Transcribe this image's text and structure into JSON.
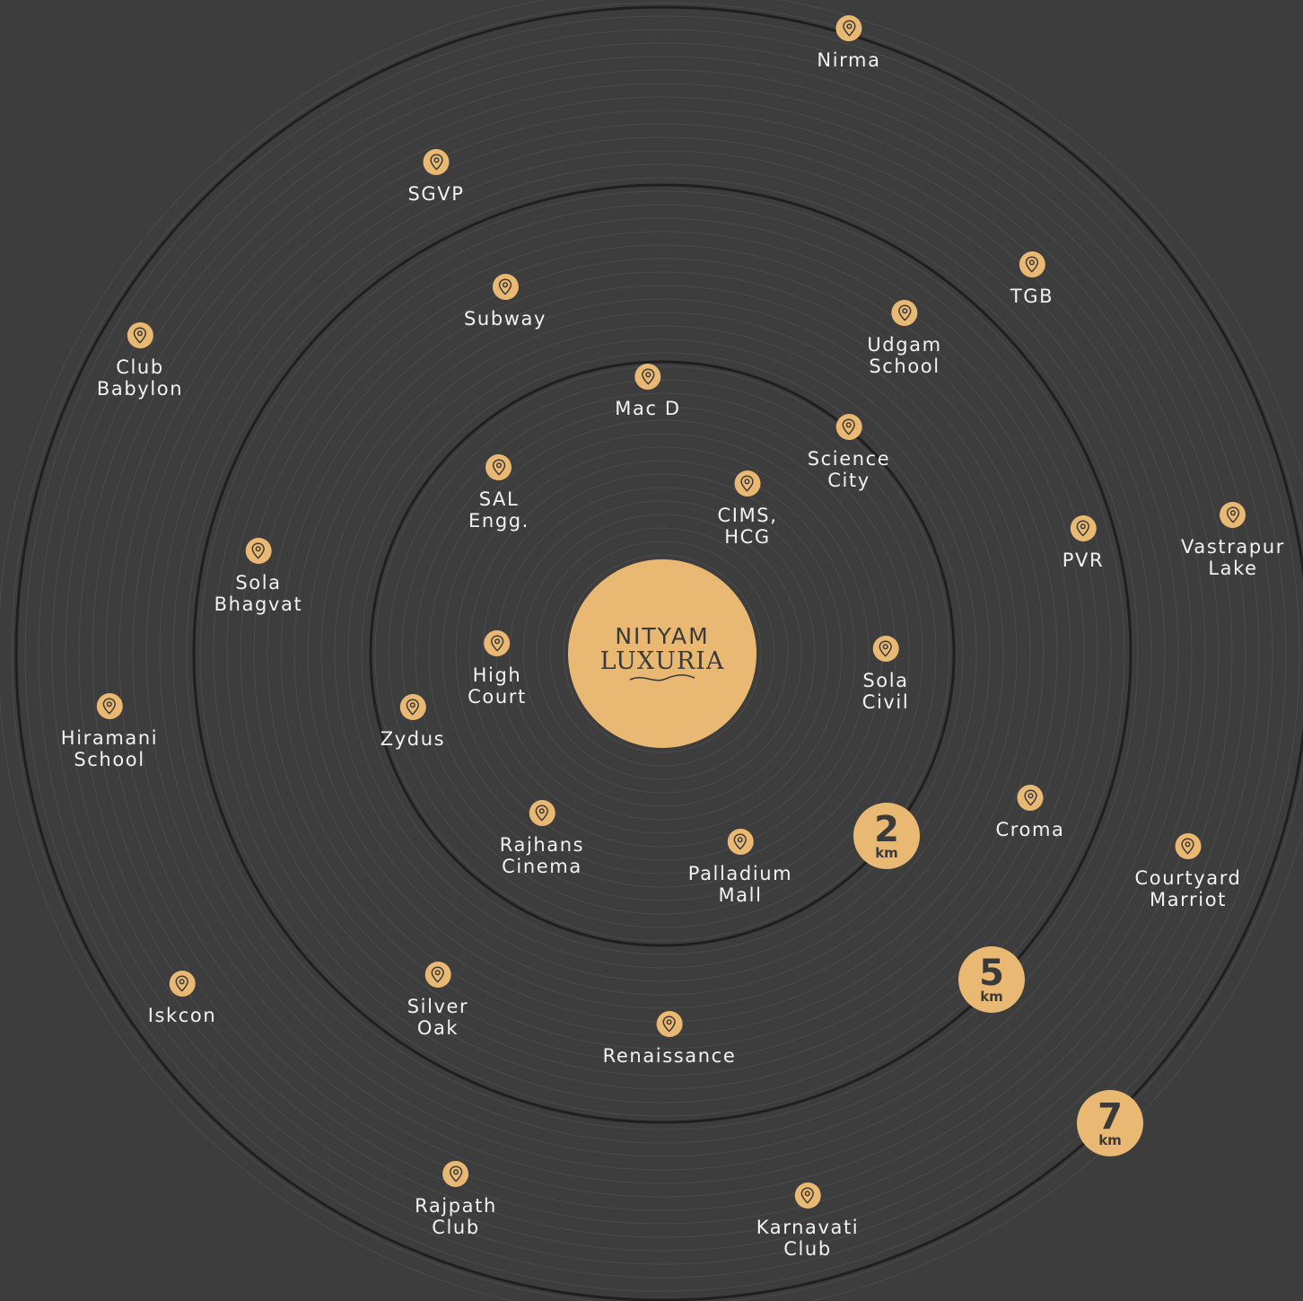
{
  "brand": {
    "line1": "NITYAM",
    "line2": "LUXURIA"
  },
  "colors": {
    "background": "#3d3d3d",
    "accent": "#e9b872",
    "ring": "#1f1f1f",
    "label": "#f2f2f2"
  },
  "radius_markers": [
    {
      "value": "2",
      "unit": "km"
    },
    {
      "value": "5",
      "unit": "km"
    },
    {
      "value": "7",
      "unit": "km"
    }
  ],
  "locations": [
    {
      "name": "Nirma"
    },
    {
      "name": "SGVP"
    },
    {
      "name": "TGB"
    },
    {
      "name": "Subway"
    },
    {
      "name": "Udgam\nSchool"
    },
    {
      "name": "Club\nBabylon"
    },
    {
      "name": "Mac D"
    },
    {
      "name": "Science\nCity"
    },
    {
      "name": "SAL\nEngg."
    },
    {
      "name": "CIMS,\nHCG"
    },
    {
      "name": "PVR"
    },
    {
      "name": "Vastrapur\nLake"
    },
    {
      "name": "Sola\nBhagvat"
    },
    {
      "name": "High\nCourt"
    },
    {
      "name": "Sola\nCivil"
    },
    {
      "name": "Hiramani\nSchool"
    },
    {
      "name": "Zydus"
    },
    {
      "name": "Croma"
    },
    {
      "name": "Rajhans\nCinema"
    },
    {
      "name": "Palladium\nMall"
    },
    {
      "name": "Courtyard\nMarriot"
    },
    {
      "name": "Iskcon"
    },
    {
      "name": "Silver\nOak"
    },
    {
      "name": "Renaissance"
    },
    {
      "name": "Rajpath\nClub"
    },
    {
      "name": "Karnavati\nClub"
    }
  ]
}
